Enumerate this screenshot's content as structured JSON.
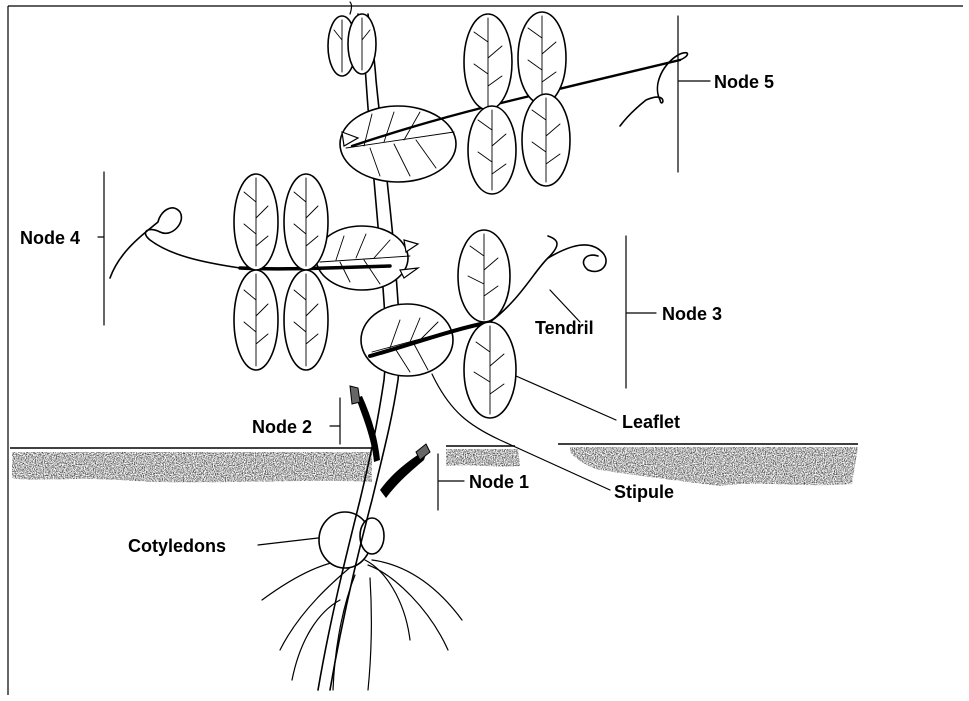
{
  "labels": {
    "node5": "Node 5",
    "node4": "Node 4",
    "node3": "Node 3",
    "node2": "Node 2",
    "node1": "Node 1",
    "tendril": "Tendril",
    "leaflet": "Leaflet",
    "stipule": "Stipule",
    "cotyledons": "Cotyledons"
  },
  "colors": {
    "ink": "#000000",
    "soil": "#3a3a3a",
    "background": "#ffffff"
  }
}
